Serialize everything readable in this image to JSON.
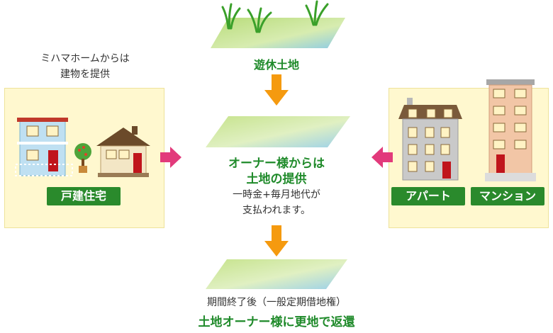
{
  "top": {
    "label": "遊休土地"
  },
  "center": {
    "heading_line1": "オーナー様からは",
    "heading_line2": "土地の提供",
    "sub_line1": "一時金+毎月地代が",
    "sub_line2": "支払われます。"
  },
  "left": {
    "caption_line1": "ミハマホームからは",
    "caption_line2": "建物を提供",
    "badge": "戸建住宅"
  },
  "right": {
    "badge_apartment": "アパート",
    "badge_mansion": "マンション"
  },
  "bottom": {
    "line1": "期間終了後（一般定期借地権）",
    "line2": "土地オーナー様に更地で返還"
  },
  "colors": {
    "green": "#1f8a2a",
    "badge_green": "#2a8a2c",
    "orange_arrow": "#f59a0f",
    "pink_arrow": "#e23a7b",
    "panel_bg": "#fff8cf"
  }
}
